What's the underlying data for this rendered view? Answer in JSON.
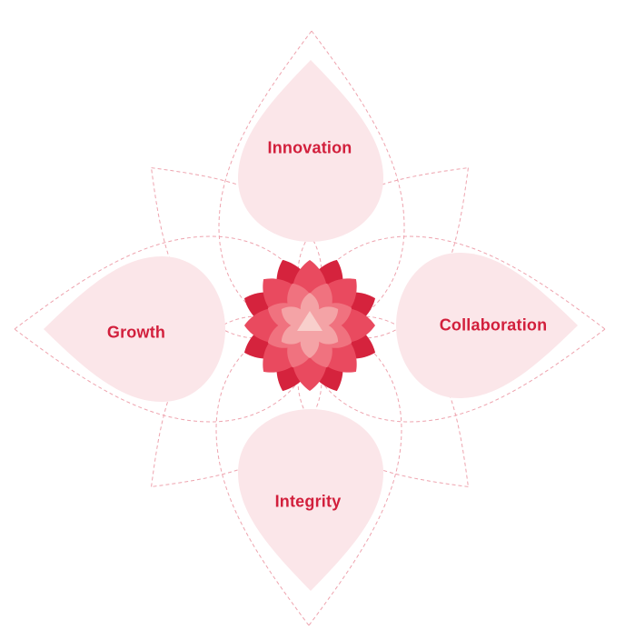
{
  "diagram": {
    "petals": [
      {
        "id": "top",
        "label": "Innovation"
      },
      {
        "id": "left",
        "label": "Growth"
      },
      {
        "id": "right",
        "label": "Collaboration"
      },
      {
        "id": "bottom",
        "label": "Integrity"
      }
    ]
  },
  "colors": {
    "label": "#d21f3c",
    "petal_fill": "#fbe6e9",
    "dashed_outline": "#eea3ae",
    "lotus_dark": "#d5233d",
    "lotus_mid": "#e94a5f",
    "lotus_light": "#f0727f",
    "lotus_pale": "#f4a3a6",
    "lotus_center": "#f8cfcc"
  }
}
